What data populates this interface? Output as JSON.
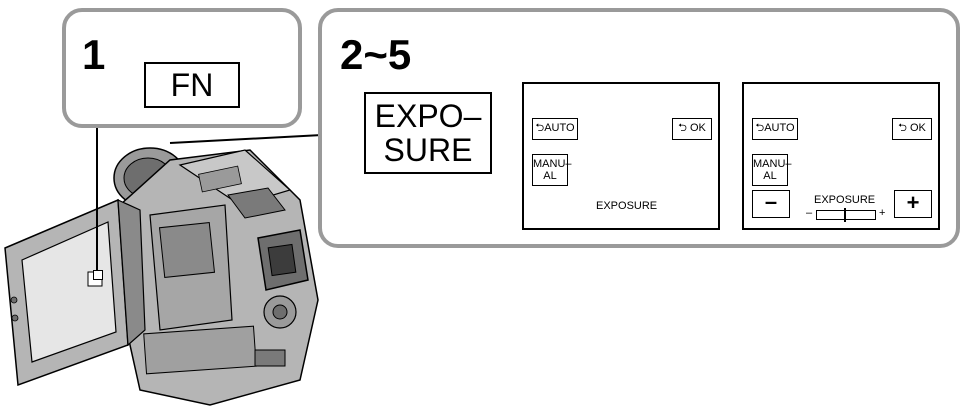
{
  "step1": {
    "number": "1",
    "button_label": "FN"
  },
  "step25": {
    "number": "2~5",
    "button_line1": "EXPO–",
    "button_line2": "SURE",
    "screen_a": {
      "auto_label": "AUTO",
      "ok_label": "OK",
      "manual_line1": "MANU–",
      "manual_line2": "AL",
      "caption": "EXPOSURE"
    },
    "screen_b": {
      "auto_label": "AUTO",
      "ok_label": "OK",
      "manual_line1": "MANU–",
      "manual_line2": "AL",
      "minus_label": "–",
      "plus_label": "+",
      "caption": "EXPOSURE",
      "scale_minus": "–",
      "scale_plus": "+"
    }
  },
  "colors": {
    "callout_border": "#9a9a9a",
    "camera_body": "#b5b5b5",
    "camera_dark": "#6e6e6e"
  }
}
